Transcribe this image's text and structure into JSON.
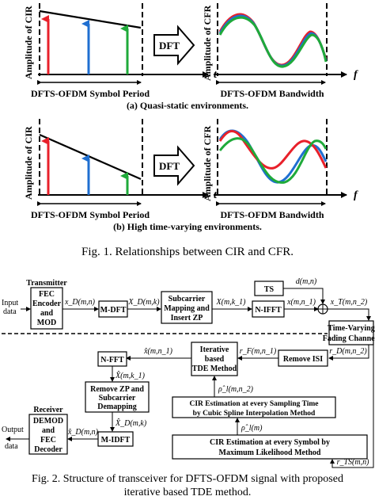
{
  "fig1": {
    "a": {
      "y_label": "Amplitude of CIR",
      "x_axis_symbol": "t",
      "period_label": "DFTS-OFDM Symbol Period",
      "dft_label": "DFT",
      "cfr_y_label": "Amplitude of CFR",
      "cfr_x_axis_symbol": "f",
      "bandwidth_label": "DFTS-OFDM Bandwidth",
      "subcaption": "(a) Quasi-static environments."
    },
    "b": {
      "y_label": "Amplitude of CIR",
      "x_axis_symbol": "t",
      "period_label": "DFTS-OFDM Symbol Period",
      "dft_label": "DFT",
      "cfr_y_label": "Amplitude of CFR",
      "cfr_x_axis_symbol": "f",
      "bandwidth_label": "DFTS-OFDM Bandwidth",
      "subcaption": "(b) High time-varying environments."
    },
    "caption": "Fig. 1.  Relationships between CIR and CFR.",
    "colors": {
      "red": "#e8202a",
      "blue": "#1f6fd1",
      "green": "#1faa3a"
    }
  },
  "fig2": {
    "input_label": [
      "Input",
      "data"
    ],
    "transmitter": [
      "Transmitter",
      "FEC",
      "Encoder",
      "and",
      "MOD"
    ],
    "sig_xd": "x_D(m,n)",
    "mdft": "M-DFT",
    "sig_Xd": "X_D(m,k)",
    "subcarrier_map": [
      "Subcarrier",
      "Mapping and",
      "Insert ZP"
    ],
    "sig_X": "X(m,k_1)",
    "nifft": "N-IFFT",
    "sig_x": "x(m,n_1)",
    "ts": "TS",
    "sig_d": "d(m,n)",
    "sig_xt": "x_T(m,n_2)",
    "channel": [
      "Time-Varying",
      "Fading Channels"
    ],
    "sig_rd": "r_D(m,n_2)",
    "remove_isi": "Remove ISI",
    "tde": [
      "Iterative",
      "based",
      "TDE Method"
    ],
    "sig_rf": "r_F(m,n_1)",
    "nfft": "N-FFT",
    "sig_xhat": "x̂(m,n_1)",
    "sig_Xhat": "X̂(m,k_1)",
    "remove_zp": [
      "Remove ZP and",
      "Subcarrier",
      "Demapping"
    ],
    "sig_Xdhat": "X̂_D(m,k)",
    "sig_rho": "ρ̂_l(m,n_2)",
    "cir_spline": [
      "CIR Estimation at every Sampling Time",
      "by Cubic Spline Interpolation Method"
    ],
    "sig_rho2": "ρ̂_l(m)",
    "cir_ml": [
      "CIR Estimation at every Symbol by",
      "Maximum Likelihood Method"
    ],
    "sig_rts": "r_TS(m,n)",
    "midft": "M-IDFT",
    "sig_xdhat": "x̂_D(m,n)",
    "receiver": [
      "Receiver",
      "DEMOD",
      "and",
      "FEC",
      "Decoder"
    ],
    "output_label": [
      "Output",
      "data"
    ],
    "caption": [
      "Fig. 2.  Structure of transceiver for DFTS-OFDM signal with proposed",
      "iterative based TDE method."
    ]
  }
}
